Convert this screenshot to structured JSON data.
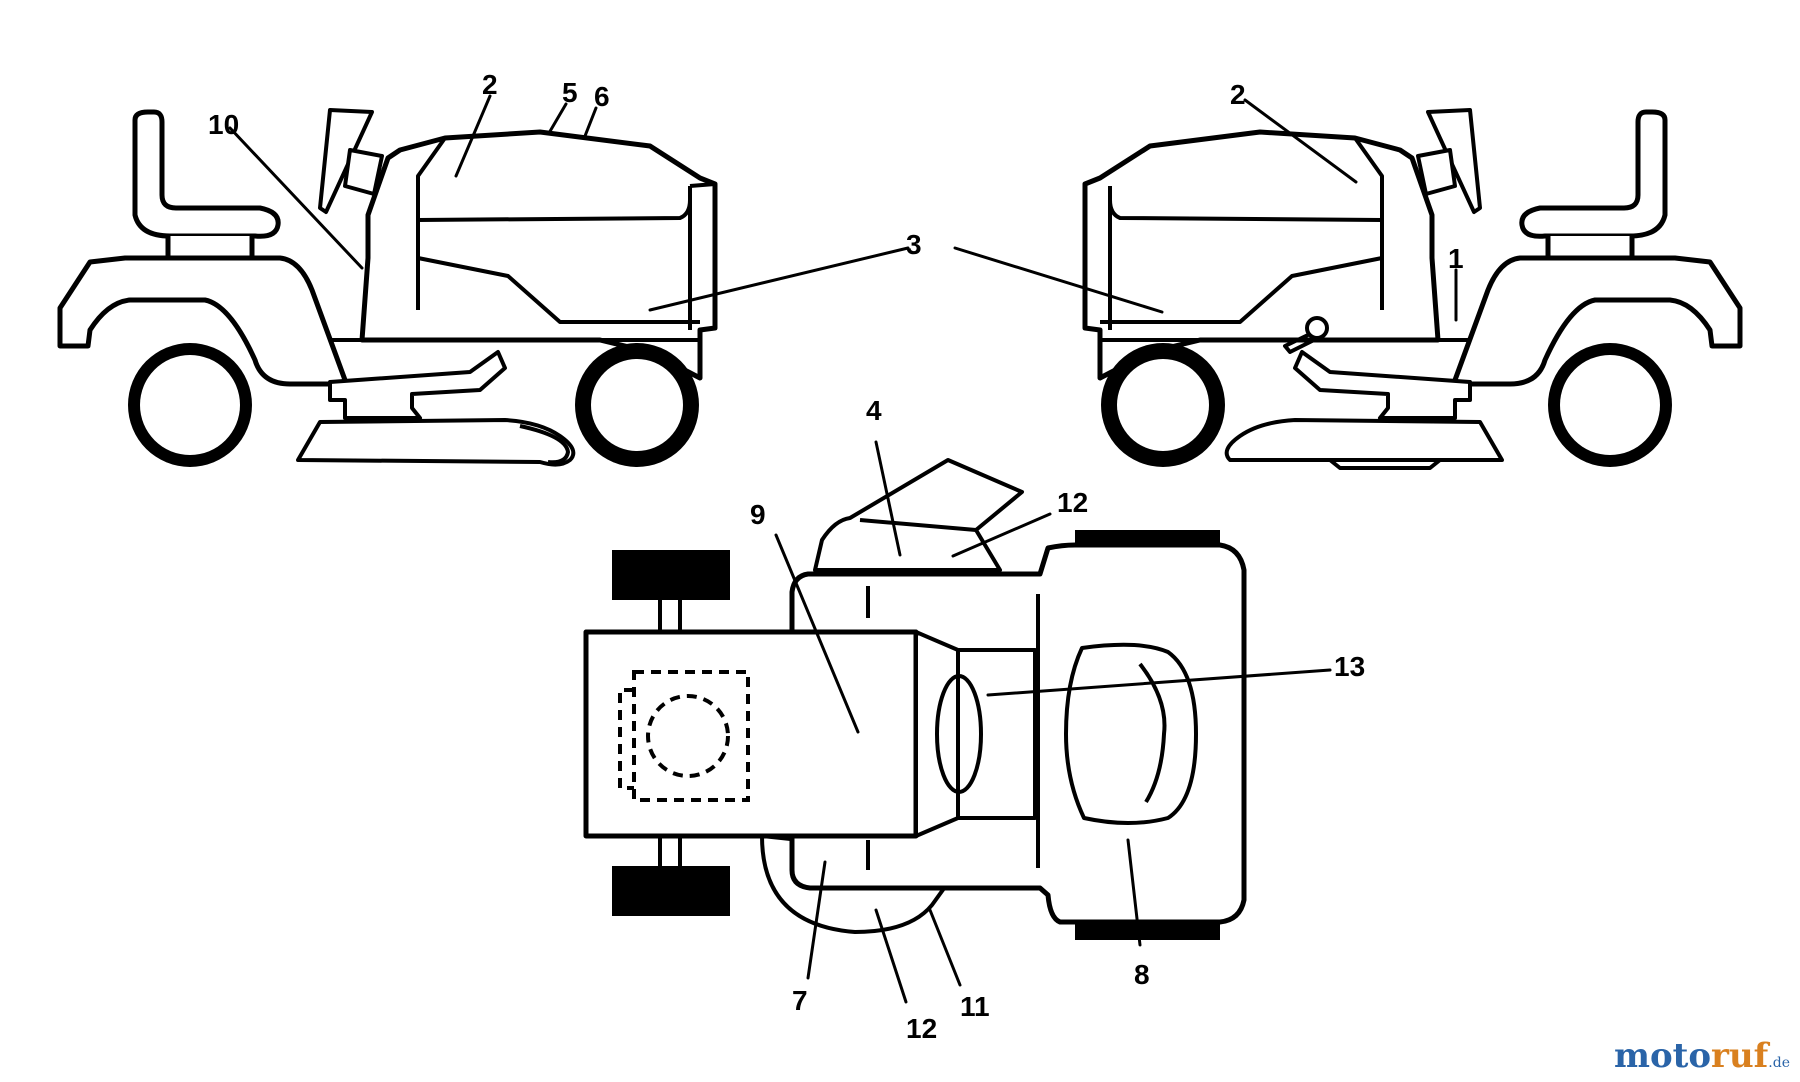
{
  "callouts": {
    "c1": "1",
    "c2_left": "2",
    "c2_right": "2",
    "c3": "3",
    "c4": "4",
    "c5": "5",
    "c6": "6",
    "c7": "7",
    "c8": "8",
    "c9": "9",
    "c10": "10",
    "c11": "11",
    "c12_top": "12",
    "c12_bottom": "12",
    "c13": "13"
  },
  "watermark": {
    "part_a": "moto",
    "part_b": "ruf",
    "part_c": ".de"
  }
}
